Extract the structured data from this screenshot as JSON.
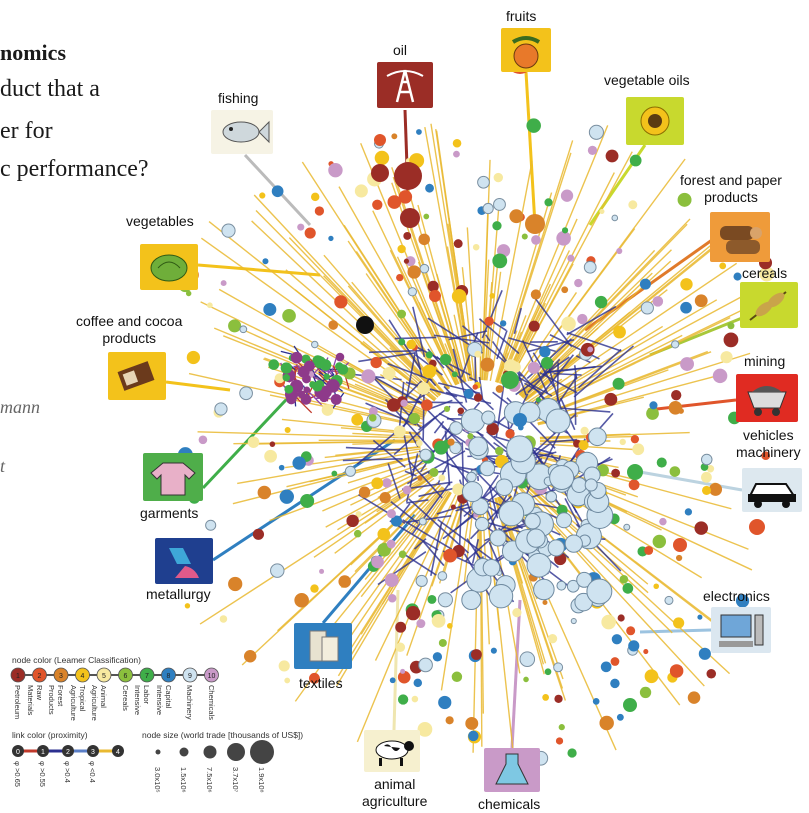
{
  "cropped_text": {
    "line1": "nomics",
    "line2": "duct that a",
    "line3": "er for",
    "line4": "c performance?",
    "side1": "mann",
    "side2": "t"
  },
  "sector_labels": {
    "oil": "oil",
    "fruits": "fruits",
    "fishing": "fishing",
    "vegetable_oils": "vegetable oils",
    "forest_paper": "forest and paper\nproducts",
    "vegetables": "vegetables",
    "cereals": "cereals",
    "coffee_cocoa": "coffee and cocoa\nproducts",
    "mining": "mining",
    "vehicles": "vehicles\nmachinery",
    "garments": "garments",
    "metallurgy": "metallurgy",
    "electronics": "electronics",
    "textiles": "textiles",
    "animal_agriculture": "animal\nagriculture",
    "chemicals": "chemicals"
  },
  "colors": {
    "petroleum": "#9b2d26",
    "raw_materials": "#e0552b",
    "forest_products": "#d9832a",
    "tropical_agriculture": "#f3c21b",
    "animal_agriculture": "#f7e9a0",
    "cereals": "#8bbf3d",
    "labor_intensive": "#3fae49",
    "capital_intensive": "#2f7fc0",
    "machinery": "#cfe3f0",
    "chemicals": "#c99ac8",
    "link_strong": "#2b2f8f",
    "link_weak": "#e9b930"
  },
  "legend": {
    "node_color_title": "node color (Leamer Classification)",
    "node_color_items": [
      {
        "num": "1",
        "label": "Petroleum",
        "color": "#9b2d26"
      },
      {
        "num": "2",
        "label": "Raw Materials",
        "color": "#e0552b"
      },
      {
        "num": "3",
        "label": "Forest Products",
        "color": "#d9832a"
      },
      {
        "num": "4",
        "label": "Tropical Agriculture",
        "color": "#f3c21b"
      },
      {
        "num": "5",
        "label": "Animal Agriculture",
        "color": "#f7e9a0"
      },
      {
        "num": "6",
        "label": "Cereals",
        "color": "#8bbf3d"
      },
      {
        "num": "7",
        "label": "Labor Intensive",
        "color": "#3fae49"
      },
      {
        "num": "8",
        "label": "Capital Intensive",
        "color": "#2f7fc0"
      },
      {
        "num": "9",
        "label": "Machinery",
        "color": "#cfe3f0"
      },
      {
        "num": "10",
        "label": "Chemicals",
        "color": "#c99ac8"
      }
    ],
    "link_color_title": "link color (proximity)",
    "link_items": [
      {
        "num": "0",
        "label": "φ >0.65",
        "color": "#c0392b"
      },
      {
        "num": "1",
        "label": "φ >0.55",
        "color": "#2b2f8f"
      },
      {
        "num": "2",
        "label": "φ >0.4",
        "color": "#5b7fc7"
      },
      {
        "num": "3",
        "label": "φ <0.4",
        "color": "#e9b930"
      },
      {
        "num": "4",
        "label": "",
        "color": "#444"
      }
    ],
    "node_size_title": "node size (world trade [thousands of US$])",
    "node_size_items": [
      "3.0x10⁵",
      "1.5x10⁶",
      "7.5x10⁶",
      "3.7x10⁷",
      "1.9x10⁸"
    ]
  }
}
